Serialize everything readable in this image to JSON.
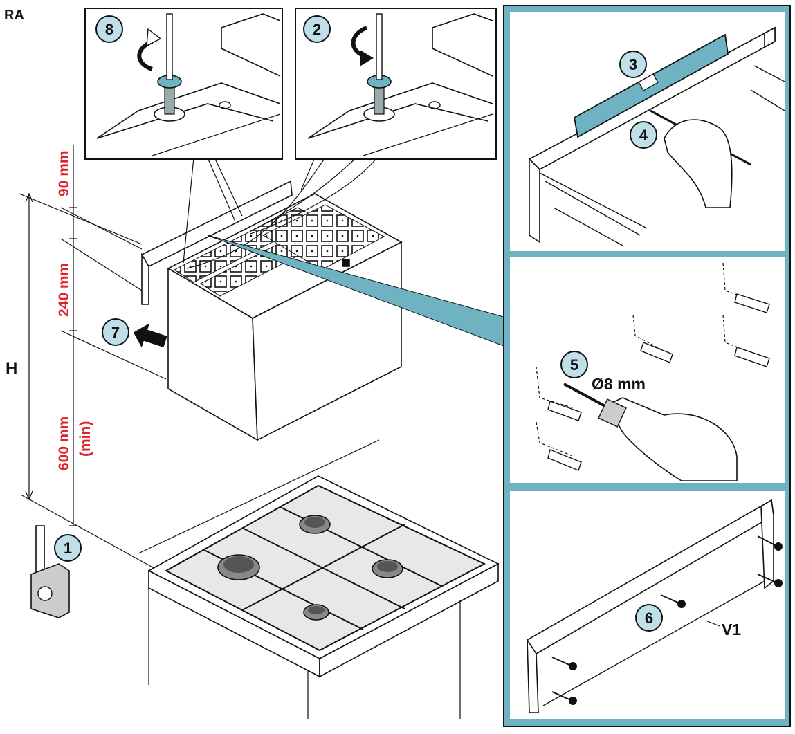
{
  "header": {
    "label": "RA"
  },
  "dimensions": {
    "top": "90 mm",
    "middle": "240 mm",
    "bottom": "600 mm",
    "bottom_note": "(min)",
    "height_label": "H"
  },
  "steps": {
    "s1": "1",
    "s2": "2",
    "s3": "3",
    "s4": "4",
    "s5": "5",
    "s6": "6",
    "s7": "7",
    "s8": "8"
  },
  "drill": {
    "diameter": "Ø8 mm"
  },
  "screw_label": "V1",
  "colors": {
    "panel_border": "#5f9fad",
    "badge_fill": "#bfe0e8",
    "accent": "#6fb3c2",
    "dimension_text": "#e0202a",
    "line": "#111111"
  }
}
